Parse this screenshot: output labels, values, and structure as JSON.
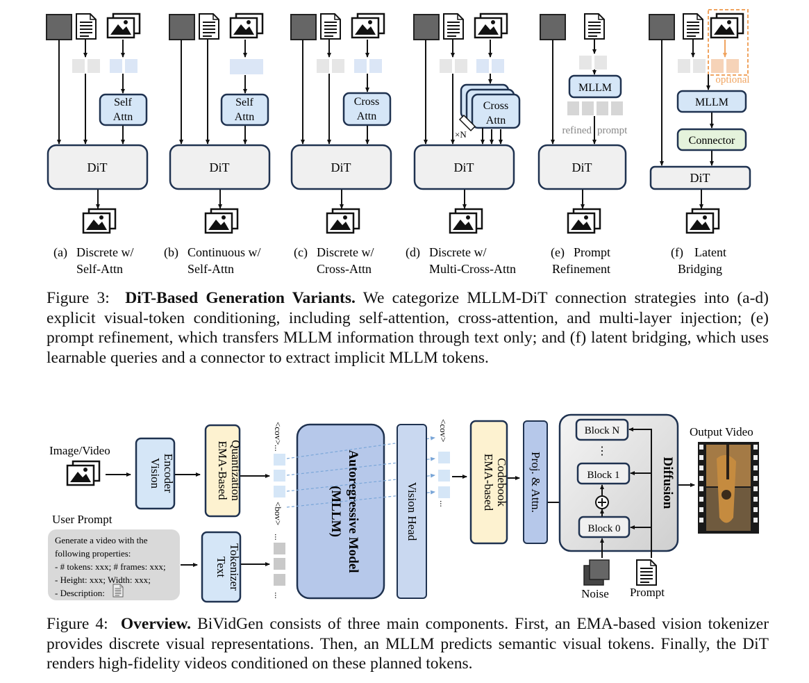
{
  "fig3": {
    "panels": [
      {
        "sub": "(a)",
        "line1": "Discrete w/",
        "line2": "Self-Attn",
        "block": "DiT",
        "mod_l1": "Self",
        "mod_l2": "Attn"
      },
      {
        "sub": "(b)",
        "line1": "Continuous w/",
        "line2": "Self-Attn",
        "block": "DiT",
        "mod_l1": "Self",
        "mod_l2": "Attn"
      },
      {
        "sub": "(c)",
        "line1": "Discrete w/",
        "line2": "Cross-Attn",
        "block": "DiT",
        "mod_l1": "Cross",
        "mod_l2": "Attn"
      },
      {
        "sub": "(d)",
        "line1": "Discrete w/",
        "line2": "Multi-Cross-Attn",
        "block": "DiT",
        "mod_l1": "Cross",
        "mod_l2": "Attn",
        "times": "×N"
      },
      {
        "sub": "(e)",
        "line1": "Prompt",
        "line2": "Refinement",
        "block": "DiT",
        "mllm": "MLLM",
        "refined": "refined",
        "prompt": "prompt"
      },
      {
        "sub": "(f)",
        "line1": "Latent",
        "line2": "Bridging",
        "block": "DiT",
        "mllm": "MLLM",
        "connector": "Connector",
        "optional": "optional"
      }
    ],
    "caption": {
      "label": "Figure 3:",
      "title": "DiT-Based Generation Variants.",
      "text": "We categorize MLLM-DiT connection strategies into (a-d) explicit visual-token conditioning, including self-attention, cross-attention, and multi-layer injection; (e) prompt refinement, which transfers MLLM information through text only; and (f) latent bridging, which uses learnable queries and a connector to extract implicit MLLM tokens."
    }
  },
  "fig4": {
    "image_video": "Image/Video",
    "vision_encoder": [
      "Vision",
      "Encoder"
    ],
    "ema_quant": [
      "EMA-Based",
      "Quantization"
    ],
    "user_prompt": "User Prompt",
    "prompt_box": [
      "Generate a video with the",
      "following properties:",
      "- # tokens: xxx;  # frames: xxx;",
      "- Height: xxx;  Width: xxx;",
      "- Description:"
    ],
    "text_tokenizer": [
      "Text",
      "Tokenizer"
    ],
    "cov": "<cov>",
    "bov": "<bov>",
    "ellipsis": "...",
    "mllm": [
      "Autoregressive Model",
      "(MLLM)"
    ],
    "vision_head": "Vision Head",
    "ema_codebook": [
      "EMA-based",
      "Codebook"
    ],
    "proj_attn": "Proj. & Attn.",
    "blocks": {
      "n": "Block N",
      "one": "Block 1",
      "zero": "Block 0",
      "dots": "⋮"
    },
    "diffusion": "Diffusion",
    "output_video": "Output Video",
    "noise": "Noise",
    "prompt": "Prompt",
    "caption": {
      "label": "Figure 4:",
      "title": "Overview.",
      "text": "BiVidGen consists of three main components. First, an EMA-based vision tokenizer provides discrete visual representations. Then, an MLLM predicts semantic visual tokens. Finally, the DiT renders high-fidelity videos conditioned on these planned tokens."
    }
  },
  "colors": {
    "navy": "#1f3250",
    "token_blue": "#dbe6f6",
    "module_blue": "#d5e6f7",
    "grey_block": "#f0f0f0",
    "connector_green": "#e5f3dc",
    "ema_yellow": "#fdf2d0",
    "mllm_blue": "#b6c8ea",
    "optional_orange": "#f0a460",
    "gray_token": "#d6d6d6"
  }
}
